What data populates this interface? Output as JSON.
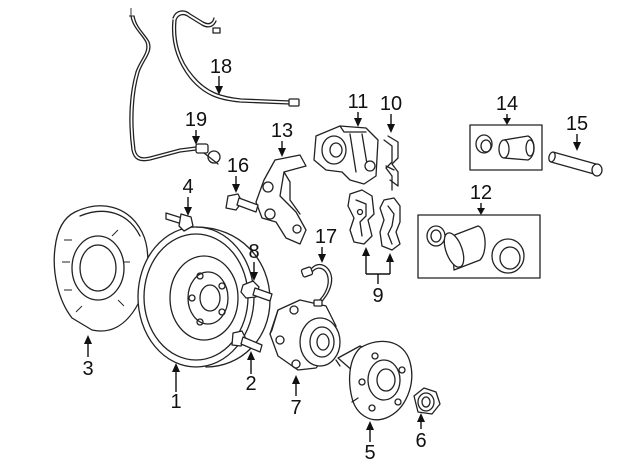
{
  "diagram": {
    "callouts": [
      {
        "id": "1",
        "label": "1"
      },
      {
        "id": "2",
        "label": "2"
      },
      {
        "id": "3",
        "label": "3"
      },
      {
        "id": "4",
        "label": "4"
      },
      {
        "id": "5",
        "label": "5"
      },
      {
        "id": "6",
        "label": "6"
      },
      {
        "id": "7",
        "label": "7"
      },
      {
        "id": "8",
        "label": "8"
      },
      {
        "id": "9",
        "label": "9"
      },
      {
        "id": "10",
        "label": "10"
      },
      {
        "id": "11",
        "label": "11"
      },
      {
        "id": "12",
        "label": "12"
      },
      {
        "id": "13",
        "label": "13"
      },
      {
        "id": "14",
        "label": "14"
      },
      {
        "id": "15",
        "label": "15"
      },
      {
        "id": "16",
        "label": "16"
      },
      {
        "id": "17",
        "label": "17"
      },
      {
        "id": "18",
        "label": "18"
      },
      {
        "id": "19",
        "label": "19"
      }
    ]
  }
}
